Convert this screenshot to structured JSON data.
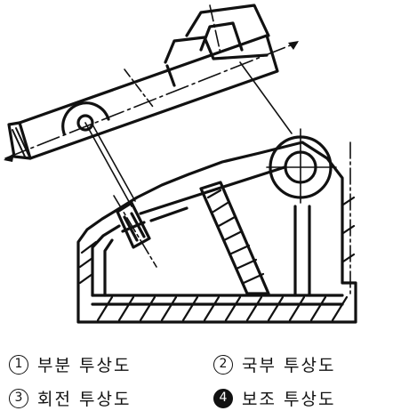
{
  "figure": {
    "icon": "auxiliary-view-drawing"
  },
  "options": [
    {
      "number": "1",
      "text": "부분 투상도",
      "selected": false
    },
    {
      "number": "2",
      "text": "국부 투상도",
      "selected": false
    },
    {
      "number": "3",
      "text": "회전 투상도",
      "selected": false
    },
    {
      "number": "4",
      "text": "보조 투상도",
      "selected": true
    }
  ],
  "colors": {
    "ink": "#111111",
    "paper": "#ffffff"
  }
}
